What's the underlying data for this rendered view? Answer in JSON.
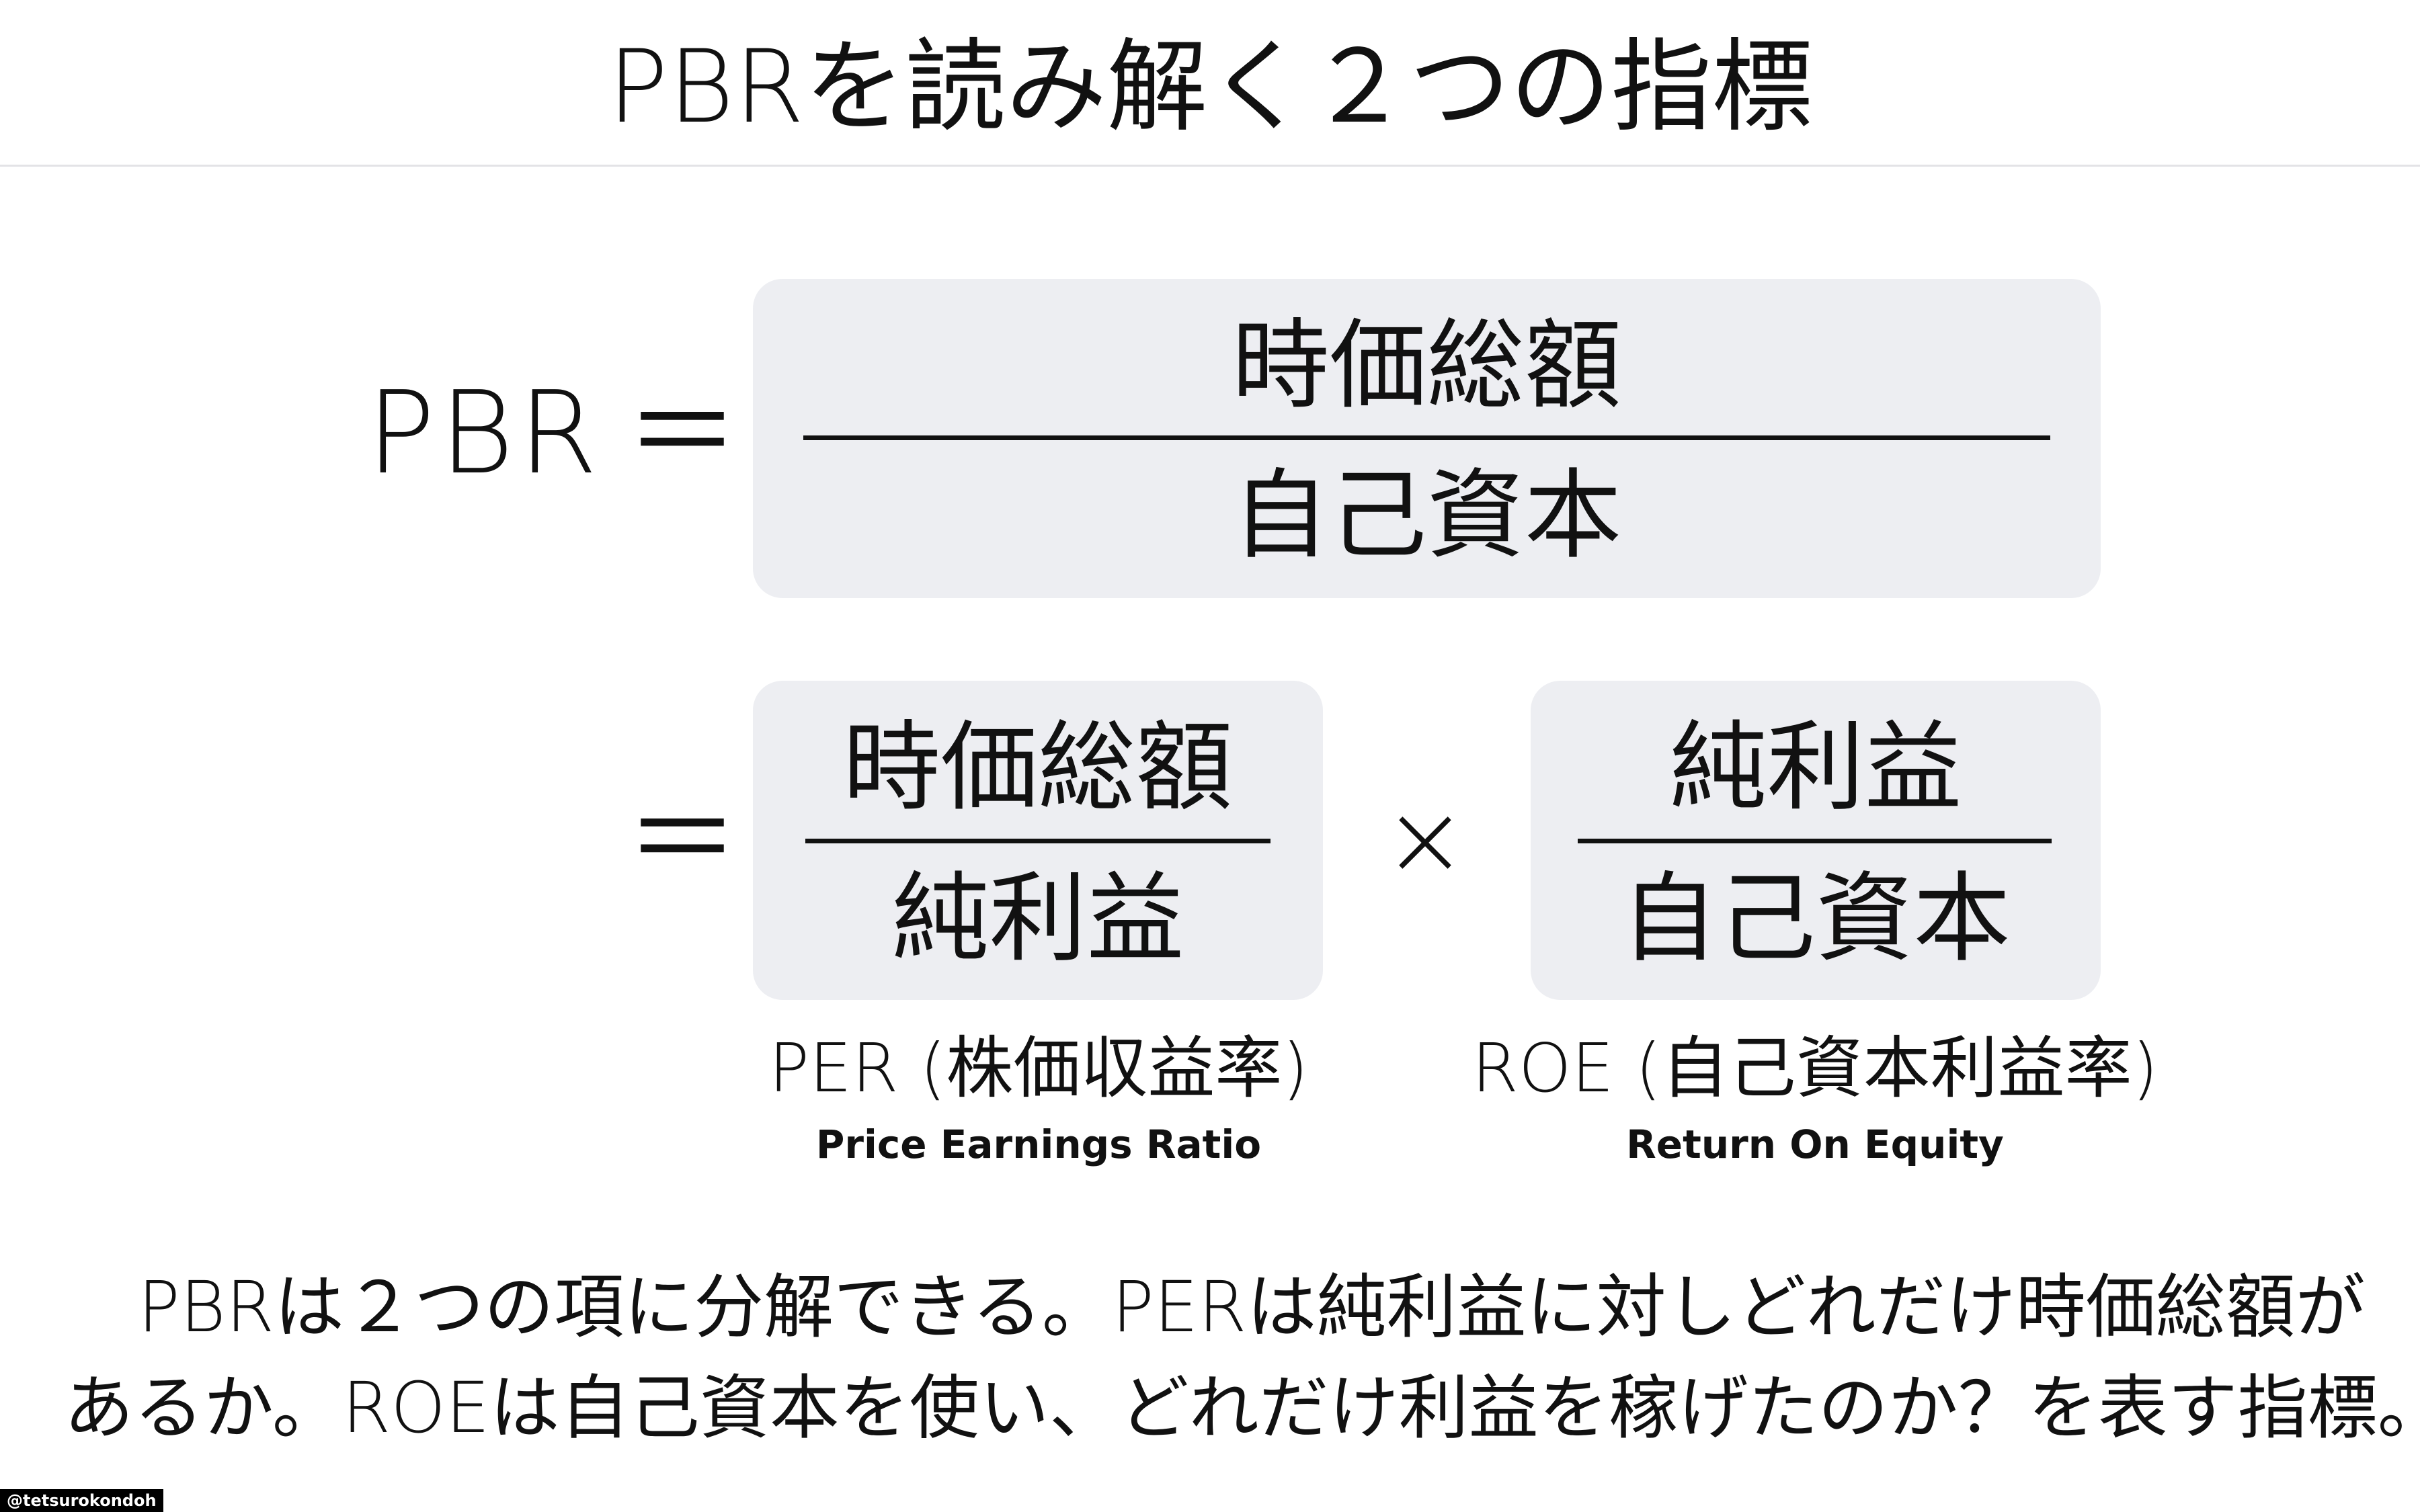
{
  "title": "PBRを読み解く２つの指標",
  "formula": {
    "lhs": "PBR",
    "equals": "＝",
    "times": "×",
    "top": {
      "numerator": "時価総額",
      "denominator": "自己資本"
    },
    "per": {
      "numerator": "時価総額",
      "denominator": "純利益",
      "name": "PER (株価収益率)",
      "english": "Price Earnings Ratio"
    },
    "roe": {
      "numerator": "純利益",
      "denominator": "自己資本",
      "name": "ROE (自己資本利益率)",
      "english": "Return On Equity"
    }
  },
  "explanation": {
    "line1": "PBRは２つの項に分解できる。PERは純利益に対しどれだけ時価総額が",
    "line2": "あるか。ROEは自己資本を使い、どれだけ利益を稼げたのか？を表す指標。"
  },
  "credit": "@tetsurokondoh"
}
